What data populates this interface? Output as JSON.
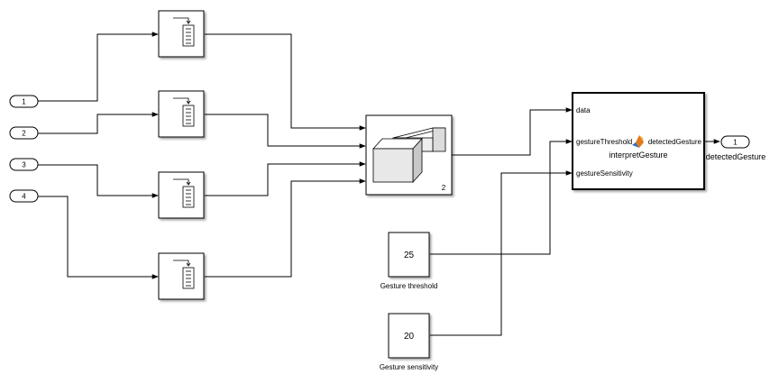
{
  "inports": [
    {
      "number": "1"
    },
    {
      "number": "2"
    },
    {
      "number": "3"
    },
    {
      "number": "4"
    }
  ],
  "buffers": [
    {
      "icon": "buffer-icon"
    },
    {
      "icon": "buffer-icon"
    },
    {
      "icon": "buffer-icon"
    },
    {
      "icon": "buffer-icon"
    }
  ],
  "concat_block": {
    "icon": "matrix-concatenate-icon",
    "dimension": "2"
  },
  "function_block": {
    "name": "interpretGesture",
    "icon": "matlab-function-icon",
    "inputs": [
      "data",
      "gestureThreshold",
      "gestureSensitivity"
    ],
    "outputs": [
      "detectedGesture"
    ]
  },
  "constants": [
    {
      "value": "25",
      "label": "Gesture threshold"
    },
    {
      "value": "20",
      "label": "Gesture sensitivity"
    }
  ],
  "outport": {
    "number": "1",
    "label": "detectedGesture"
  },
  "colors": {
    "line": "#000000",
    "block_fill": "#ffffff",
    "matlab_orange": "#e07a1f",
    "matlab_blue": "#3b6fb6"
  }
}
